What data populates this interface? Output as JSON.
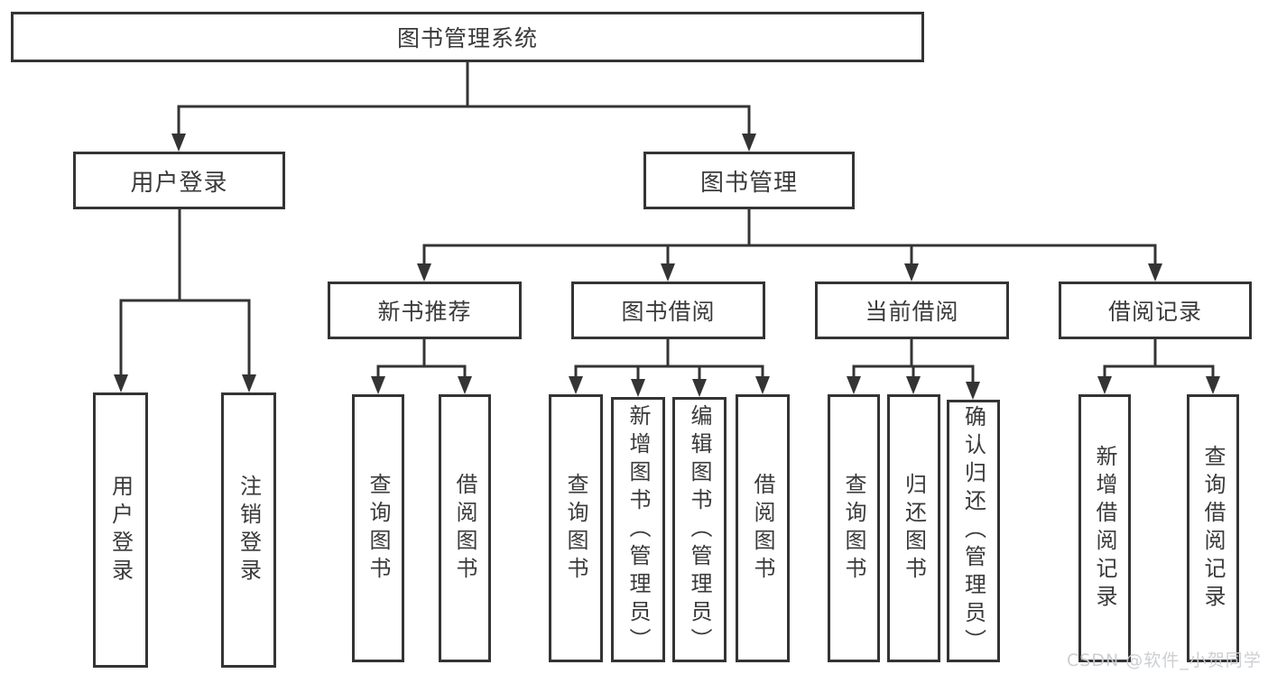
{
  "diagram_title": "图书管理系统",
  "tree": {
    "root": {
      "label": "图书管理系统"
    },
    "children": [
      {
        "label": "用户登录",
        "children": [
          {
            "label": "用户登录"
          },
          {
            "label": "注销登录"
          }
        ]
      },
      {
        "label": "图书管理",
        "children": [
          {
            "label": "新书推荐",
            "children": [
              {
                "label": "查询图书"
              },
              {
                "label": "借阅图书"
              }
            ]
          },
          {
            "label": "图书借阅",
            "children": [
              {
                "label": "查询图书"
              },
              {
                "label": "新增图书（管理员）"
              },
              {
                "label": "编辑图书（管理员）"
              },
              {
                "label": "借阅图书"
              }
            ]
          },
          {
            "label": "当前借阅",
            "children": [
              {
                "label": "查询图书"
              },
              {
                "label": "归还图书"
              },
              {
                "label": "确认归还（管理员）"
              }
            ]
          },
          {
            "label": "借阅记录",
            "children": [
              {
                "label": "新增借阅记录"
              },
              {
                "label": "查询借阅记录"
              }
            ]
          }
        ]
      }
    ]
  },
  "watermark": {
    "text": "CSDN @软件_小贺同学"
  },
  "colors": {
    "background": "#ffffff",
    "box_border": "#343434",
    "connector_line": "#343434",
    "text": "#3a3a3a",
    "watermark": "#c9ccd1"
  }
}
